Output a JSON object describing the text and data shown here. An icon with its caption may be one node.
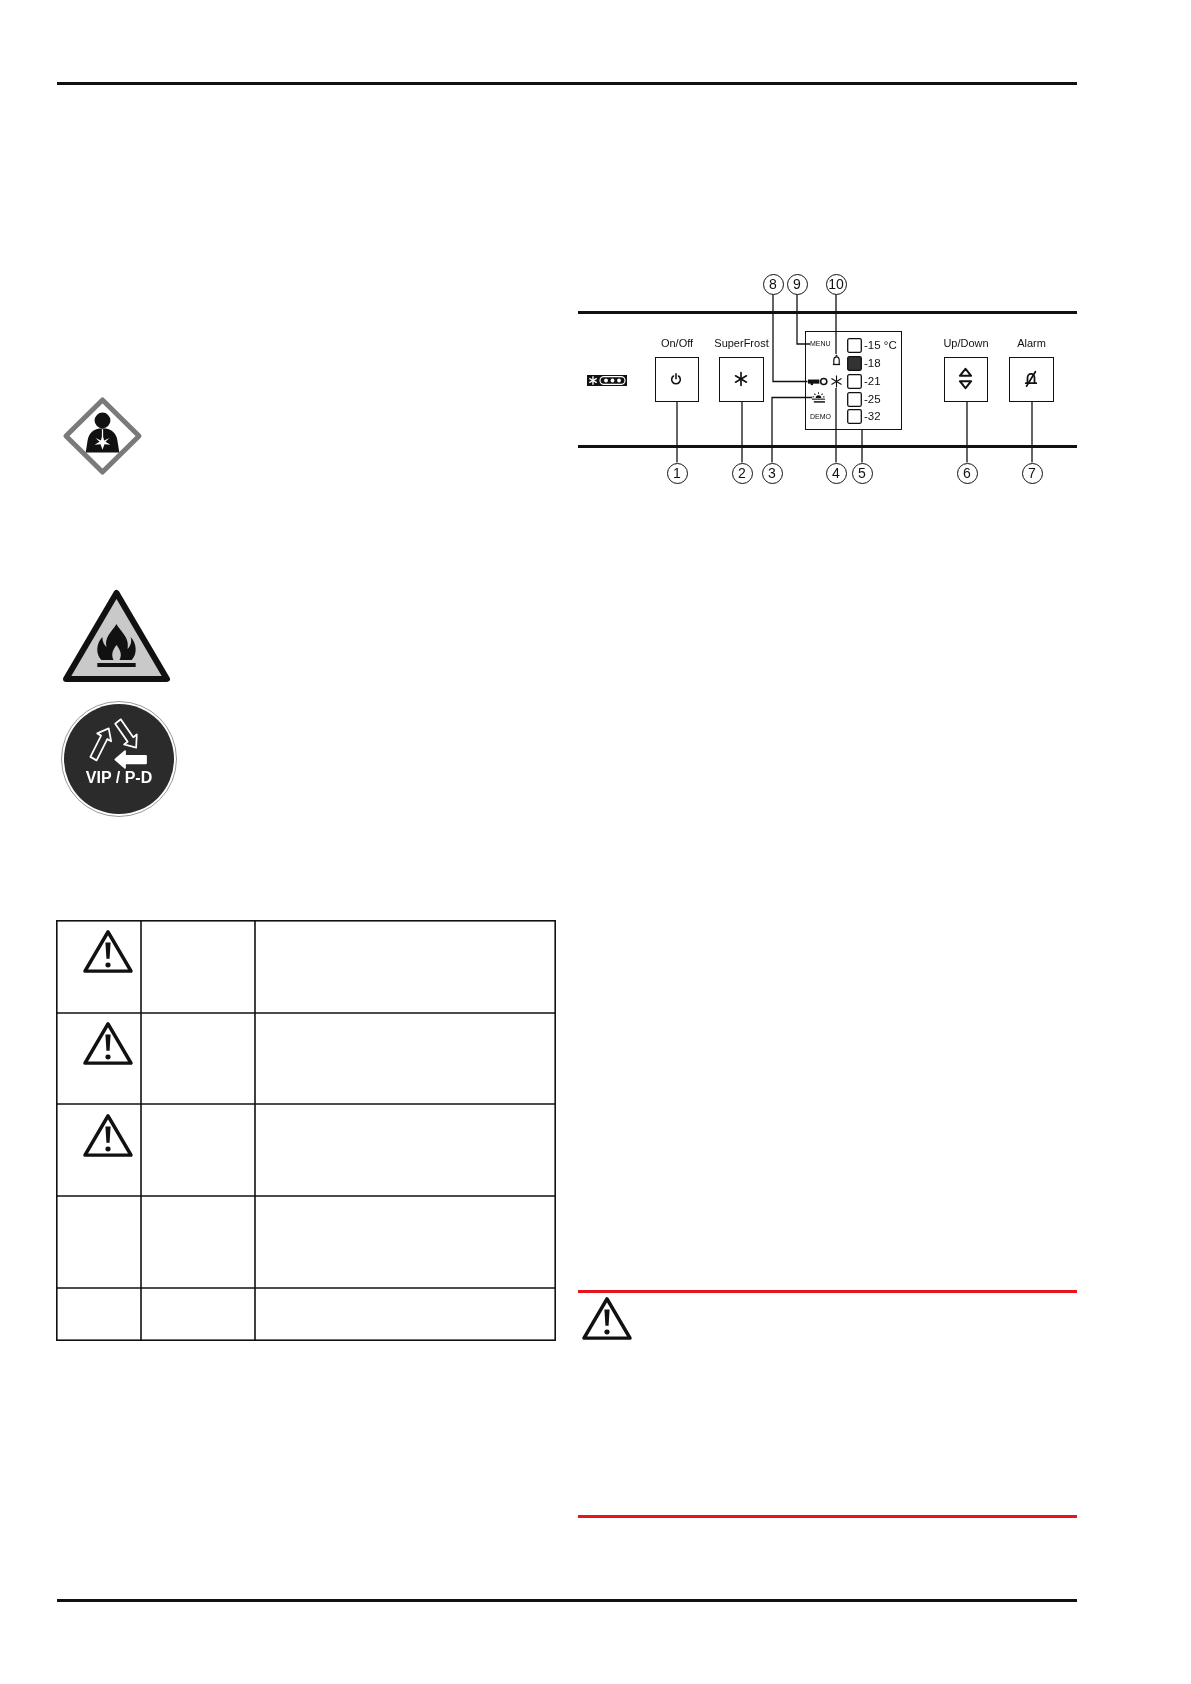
{
  "diagram": {
    "nodes": [
      {
        "text": [
          "VIP / P-D"
        ]
      },
      {
        "text": [
          "8"
        ]
      },
      {
        "text": [
          "9"
        ]
      },
      {
        "text": [
          "10"
        ]
      },
      {
        "text": [
          "On/Off"
        ]
      },
      {
        "text": [
          "SuperFrost"
        ]
      },
      {
        "text": [
          "-15 °C",
          "-18",
          "-21",
          "-25",
          "-32",
          "DEMO"
        ]
      },
      {
        "text": [
          "MENU"
        ],
        "in": 6
      },
      {
        "text": [],
        "shape": "picture",
        "in": 6
      },
      {
        "text": [],
        "shape": "picture",
        "in": 6
      },
      {
        "text": [],
        "shape": "picture",
        "in": 6
      },
      {
        "text": [],
        "shape": "picture",
        "in": 6
      },
      {
        "text": [
          "Up/Down"
        ]
      },
      {
        "text": [
          "Alarm"
        ]
      },
      {
        "text": [
          "1"
        ]
      },
      {
        "text": [
          "2"
        ]
      },
      {
        "text": [
          "3"
        ]
      },
      {
        "text": [
          "4"
        ]
      },
      {
        "text": [
          "5"
        ]
      },
      {
        "text": [
          "6"
        ]
      },
      {
        "text": [
          "7"
        ]
      }
    ],
    "edges": [
      {
        "from": 14,
        "to": 4,
        "arrow": "none"
      },
      {
        "from": 15,
        "to": 5,
        "arrow": "none"
      },
      {
        "from": 16,
        "to": 11,
        "arrow": "none"
      },
      {
        "from": 17,
        "to": 10,
        "arrow": "none"
      },
      {
        "from": 18,
        "to": 6,
        "arrow": "none"
      },
      {
        "from": 19,
        "to": 12,
        "arrow": "none"
      },
      {
        "from": 20,
        "to": 13,
        "arrow": "none"
      },
      {
        "from": 1,
        "to": 9,
        "arrow": "none"
      },
      {
        "from": 2,
        "to": 7,
        "arrow": "none"
      },
      {
        "from": 3,
        "to": 8,
        "arrow": "none"
      }
    ]
  }
}
